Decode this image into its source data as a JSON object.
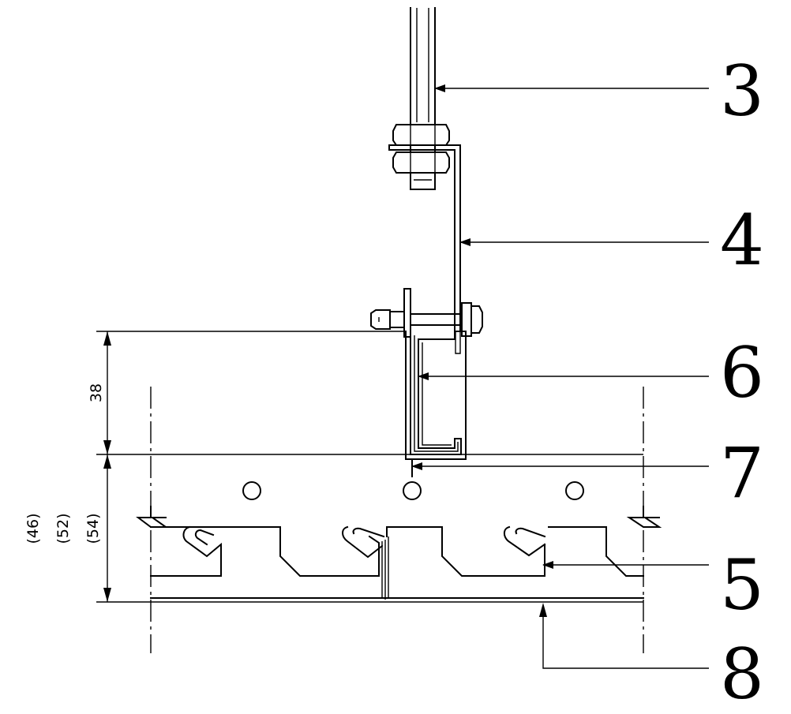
{
  "callouts": [
    {
      "id": "3",
      "label": "3"
    },
    {
      "id": "4",
      "label": "4"
    },
    {
      "id": "6",
      "label": "6"
    },
    {
      "id": "7",
      "label": "7"
    },
    {
      "id": "5",
      "label": "5"
    },
    {
      "id": "8",
      "label": "8"
    }
  ],
  "dimensions": {
    "upper": "38",
    "lower_a": "(46)",
    "lower_b": "(52)",
    "lower_c": "(54)"
  },
  "colors": {
    "line": "#000000",
    "background": "#ffffff"
  }
}
